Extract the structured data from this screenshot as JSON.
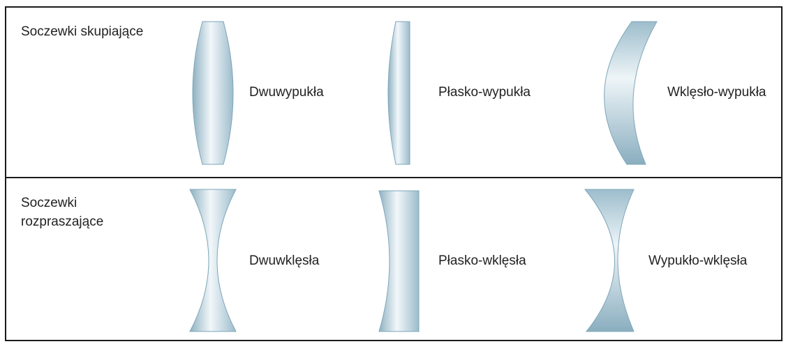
{
  "colors": {
    "frame": "#1a1a1a",
    "lens_edge": "#7ea6b8",
    "lens_light": "#f2f7fa",
    "lens_dark": "#8fb2c2",
    "text": "#222222"
  },
  "converging": {
    "title": "Soczewki skupiające",
    "lenses": [
      {
        "name": "Dwuwypukła",
        "shape": "biconvex"
      },
      {
        "name": "Płasko-wypukła",
        "shape": "plano-convex"
      },
      {
        "name": "Wklęsło-wypukła",
        "shape": "concave-convex meniscus"
      }
    ]
  },
  "diverging": {
    "title_lines": [
      "Soczewki",
      "rozpraszające"
    ],
    "lenses": [
      {
        "name": "Dwuwklęsła",
        "shape": "biconcave"
      },
      {
        "name": "Płasko-wklęsła",
        "shape": "plano-concave"
      },
      {
        "name": "Wypukło-wklęsła",
        "shape": "convex-concave meniscus"
      }
    ]
  }
}
